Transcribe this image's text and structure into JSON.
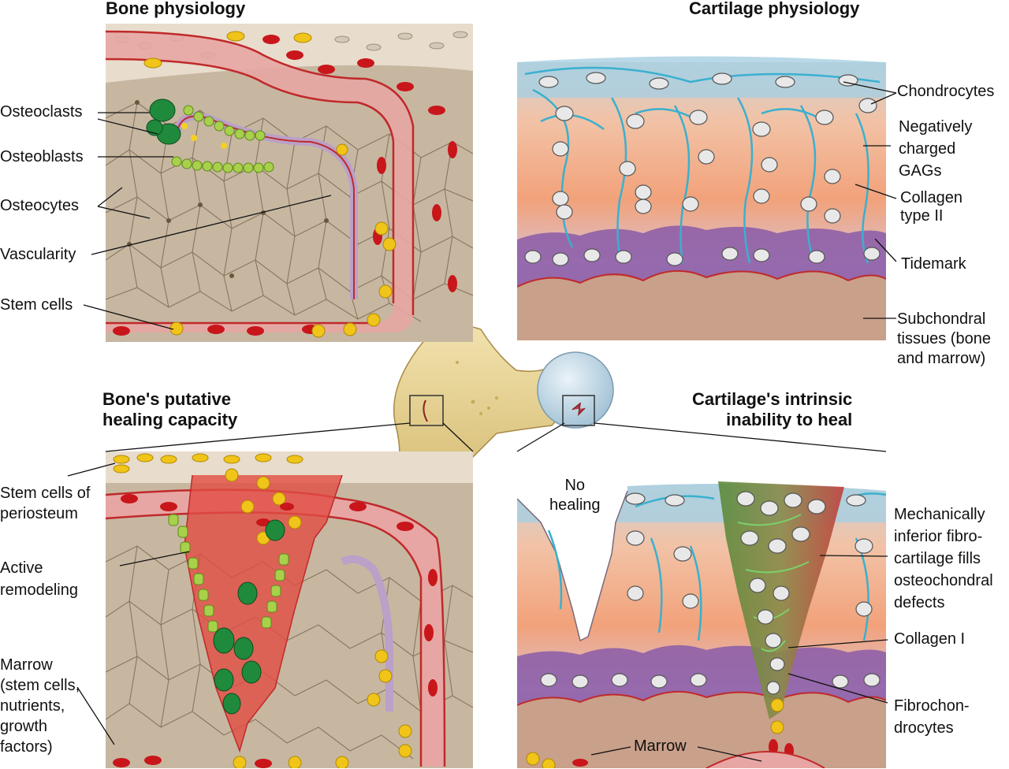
{
  "titles": {
    "bone_physiology": "Bone physiology",
    "cartilage_physiology": "Cartilage physiology",
    "bone_healing": "Bone's putative\nhealing capacity",
    "cartilage_healing": "Cartilage's intrinsic\ninability to heal"
  },
  "labels": {
    "osteoclasts": "Osteoclasts",
    "osteoblasts": "Osteoblasts",
    "osteocytes": "Osteocytes",
    "vascularity": "Vascularity",
    "stem_cells": "Stem cells",
    "chondrocytes": "Chondrocytes",
    "gags": "Negatively\ncharged\nGAGs",
    "collagen_ii": "Collagen\ntype II",
    "tidemark": "Tidemark",
    "subchondral": "Subchondral\ntissues (bone\nand marrow)",
    "stem_periosteum": "Stem cells of\nperiosteum",
    "active_remodeling": "Active\nremodeling",
    "marrow_bone": "Marrow\n(stem cells,\nnutrients,\ngrowth\nfactors)",
    "no_healing": "No\nhealing",
    "fibrocartilage": "Mechanically\ninferior fibro-\ncartilage fills\nosteochondral\ndefects",
    "collagen_i": "Collagen I",
    "fibrochondrocytes": "Fibrochon-\ndrocytes",
    "marrow_cart": "Marrow"
  },
  "colors": {
    "bone_matrix": "#c9b9a3",
    "cortex": "#8a7865",
    "vessel": "#e8a0a0",
    "vessel_line": "#c0292b",
    "periosteum": "#bba0c8",
    "rbc": "#c8161b",
    "stem_cell": "#f0c419",
    "osteoblast": "#9ac93a",
    "osteoclast": "#1f8a3b",
    "cartilage_top": "#b8d8e8",
    "cartilage_mid": "#f2a27a",
    "tidemark": "#7b4a9a",
    "subchondral": "#c9a08a",
    "collagen": "#3ab0cf",
    "femur": "#e6d39a",
    "femoral_head": "#c8dce8"
  }
}
